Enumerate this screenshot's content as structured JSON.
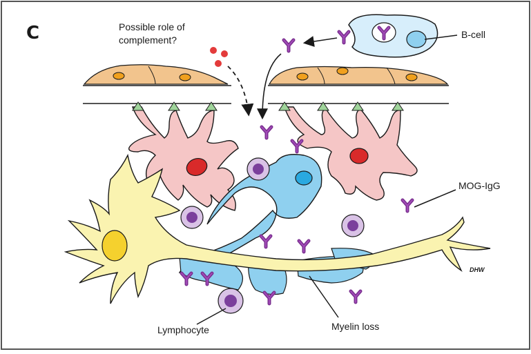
{
  "figure": {
    "panel_letter": "C",
    "labels": {
      "complement_line1": "Possible role of",
      "complement_line2": "complement?",
      "bcell": "B-cell",
      "mog_igg": "MOG-IgG",
      "lymphocyte": "Lymphocyte",
      "myelin_loss": "Myelin loss",
      "signature": "DHW"
    }
  },
  "colors": {
    "frame": "#555555",
    "endothelium": "#f2c48d",
    "endothelium_nucleus": "#f0a01e",
    "astrocyte": "#f5c6c6",
    "astrocyte_nucleus": "#d92a2a",
    "aquaporin4_triangle": "#9fd49a",
    "oligodendrocyte": "#8fd0ef",
    "oligodendrocyte_nucleus": "#2aa9e0",
    "neuron": "#faf3b0",
    "neuron_nucleus": "#f5d12e",
    "lymphocyte_outer": "#d9c2e6",
    "lymphocyte_inner": "#7b3f9c",
    "antibody": "#8b3a9c",
    "complement": "#e33b3b",
    "bcell": "#d7eefb"
  }
}
